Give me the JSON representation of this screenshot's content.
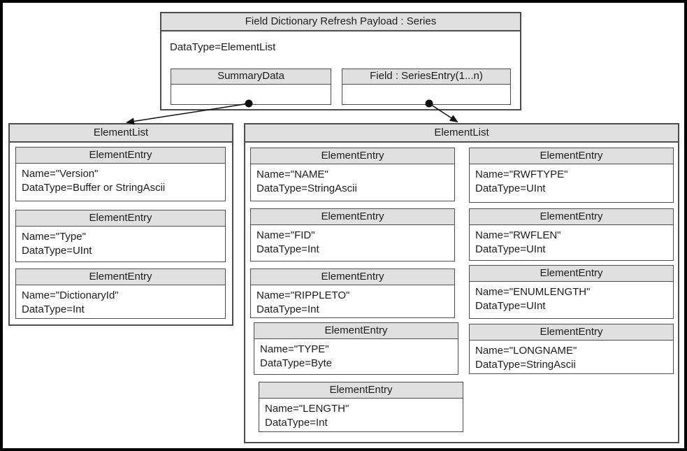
{
  "colors": {
    "frame": "#000000",
    "box_border": "#4d4d4d",
    "header_fill": "#e0e0e0",
    "text": "#1c1c1c"
  },
  "root_box": {
    "title": "Field Dictionary Refresh Payload : Series",
    "datatype_label": "DataType=ElementList",
    "summary_child": {
      "title": "SummaryData"
    },
    "field_child": {
      "title": "Field : SeriesEntry(1...n)"
    }
  },
  "summary_list": {
    "title": "ElementList",
    "entries": [
      {
        "header": "ElementEntry",
        "name": "Name=\"Version\"",
        "datatype": "DataType=Buffer or StringAscii"
      },
      {
        "header": "ElementEntry",
        "name": "Name=\"Type\"",
        "datatype": "DataType=UInt"
      },
      {
        "header": "ElementEntry",
        "name": "Name=\"DictionaryId\"",
        "datatype": "DataType=Int"
      }
    ]
  },
  "field_list": {
    "title": "ElementList",
    "col1": [
      {
        "header": "ElementEntry",
        "name": "Name=\"NAME\"",
        "datatype": "DataType=StringAscii"
      },
      {
        "header": "ElementEntry",
        "name": "Name=\"FID\"",
        "datatype": "DataType=Int"
      },
      {
        "header": "ElementEntry",
        "name": "Name=\"RIPPLETO\"",
        "datatype": "DataType=Int"
      },
      {
        "header": "ElementEntry",
        "name": "Name=\"TYPE\"",
        "datatype": "DataType=Byte"
      },
      {
        "header": "ElementEntry",
        "name": "Name=\"LENGTH\"",
        "datatype": "DataType=Int"
      }
    ],
    "col2": [
      {
        "header": "ElementEntry",
        "name": "Name=\"RWFTYPE\"",
        "datatype": "DataType=UInt"
      },
      {
        "header": "ElementEntry",
        "name": "Name=\"RWFLEN\"",
        "datatype": "DataType=UInt"
      },
      {
        "header": "ElementEntry",
        "name": "Name=\"ENUMLENGTH\"",
        "datatype": "DataType=UInt"
      },
      {
        "header": "ElementEntry",
        "name": "Name=\"LONGNAME\"",
        "datatype": "DataType=StringAscii"
      }
    ]
  }
}
